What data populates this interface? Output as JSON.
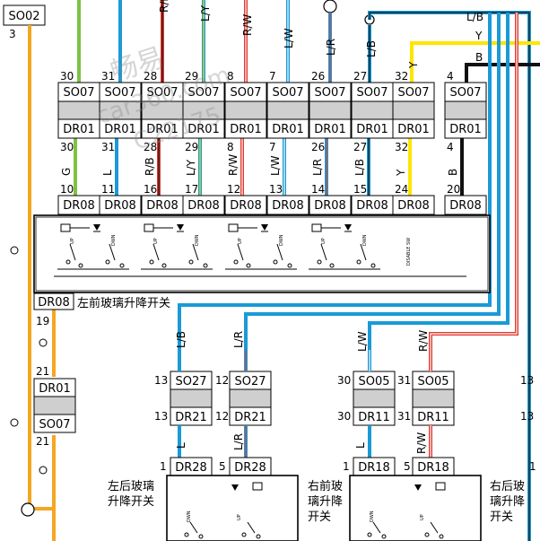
{
  "colors": {
    "orange": "#f5a623",
    "green": "#7dc242",
    "blue": "#1a9ad6",
    "red": "#e03a2f",
    "yellow": "#ffe500",
    "black": "#111111",
    "gray": "#cfcfcf",
    "white_wire": "#ffffff"
  },
  "left_strip": {
    "so02_label": "SO02",
    "so02_pin": "3",
    "dr08_pin": "19",
    "dr01_pin": "21",
    "dr01_label": "DR01",
    "so07_label": "SO07",
    "so07_pin": "21"
  },
  "top_wires": {
    "lb": "L/B",
    "y": "Y",
    "b": "B"
  },
  "columns": [
    {
      "top_wire": "",
      "so07_pin": "30",
      "dr01_pin": "30",
      "mid_wire": "G",
      "dr08_pin": "10"
    },
    {
      "top_wire": "",
      "so07_pin": "31",
      "dr01_pin": "31",
      "mid_wire": "L",
      "dr08_pin": "11"
    },
    {
      "top_wire": "R/B",
      "so07_pin": "28",
      "dr01_pin": "28",
      "mid_wire": "R/B",
      "dr08_pin": "16"
    },
    {
      "top_wire": "L/Y",
      "so07_pin": "29",
      "dr01_pin": "29",
      "mid_wire": "L/Y",
      "dr08_pin": "17"
    },
    {
      "top_wire": "R/W",
      "so07_pin": "8",
      "dr01_pin": "8",
      "mid_wire": "R/W",
      "dr08_pin": "12"
    },
    {
      "top_wire": "L/W",
      "so07_pin": "7",
      "dr01_pin": "7",
      "mid_wire": "L/W",
      "dr08_pin": "13"
    },
    {
      "top_wire": "L/R",
      "so07_pin": "26",
      "dr01_pin": "26",
      "mid_wire": "L/R",
      "dr08_pin": "14"
    },
    {
      "top_wire": "L/B",
      "so07_pin": "27",
      "dr01_pin": "27",
      "mid_wire": "L/B",
      "dr08_pin": "15"
    },
    {
      "top_wire": "Y",
      "so07_pin": "32",
      "dr01_pin": "32",
      "mid_wire": "Y",
      "dr08_pin": "24"
    },
    {
      "top_wire": "",
      "so07_pin": "4",
      "dr01_pin": "4",
      "mid_wire": "B",
      "dr08_pin": "20"
    }
  ],
  "row_labels": {
    "so07": "SO07",
    "dr01": "DR01",
    "dr08": "DR08"
  },
  "switch_box": {
    "up": "UP",
    "down": "DWN",
    "disable": "DISABLE SW",
    "caption_code": "DR08",
    "caption_text": "左前玻璃升降开关"
  },
  "lower": {
    "lb_wire": "L/B",
    "lr_wire": "L/R",
    "lw_wire": "L/W",
    "rw_wire": "R/W",
    "so27_a_pin": "13",
    "so27_a": "SO27",
    "so27_b_pin": "12",
    "so27_b": "SO27",
    "dr21_a_pin": "13",
    "dr21_a": "DR21",
    "dr21_b_pin": "12",
    "dr21_b": "DR21",
    "l_wire": "L",
    "lr_wire2": "L/R",
    "dr28_a_pin": "1",
    "dr28_a": "DR28",
    "dr28_b_pin": "5",
    "dr28_b": "DR28",
    "rl_label_1": "左后玻璃",
    "rl_label_2": "升降开关",
    "so05_a_pin": "30",
    "so05_a": "SO05",
    "so05_b_pin": "31",
    "so05_b": "SO05",
    "dr11_a_pin": "30",
    "dr11_a": "DR11",
    "dr11_b_pin": "31",
    "dr11_b": "DR11",
    "l_wire2": "L",
    "rw_wire2": "R/W",
    "dr18_a_pin": "1",
    "dr18_a": "DR18",
    "dr18_b_pin": "5",
    "dr18_b": "DR18",
    "fr_label_1": "右前玻",
    "fr_label_2": "璃升降",
    "fr_label_3": "开关",
    "rr_label_1": "右后玻",
    "rr_label_2": "璃升降",
    "rr_label_3": "开关",
    "edge_pin_a": "13",
    "edge_pin_b": "13",
    "edge_pin_c": "1",
    "up": "UP",
    "down": "DWN"
  },
  "watermark": {
    "line1": "畅易",
    "line2": "car360.com",
    "line3": "C22175"
  }
}
